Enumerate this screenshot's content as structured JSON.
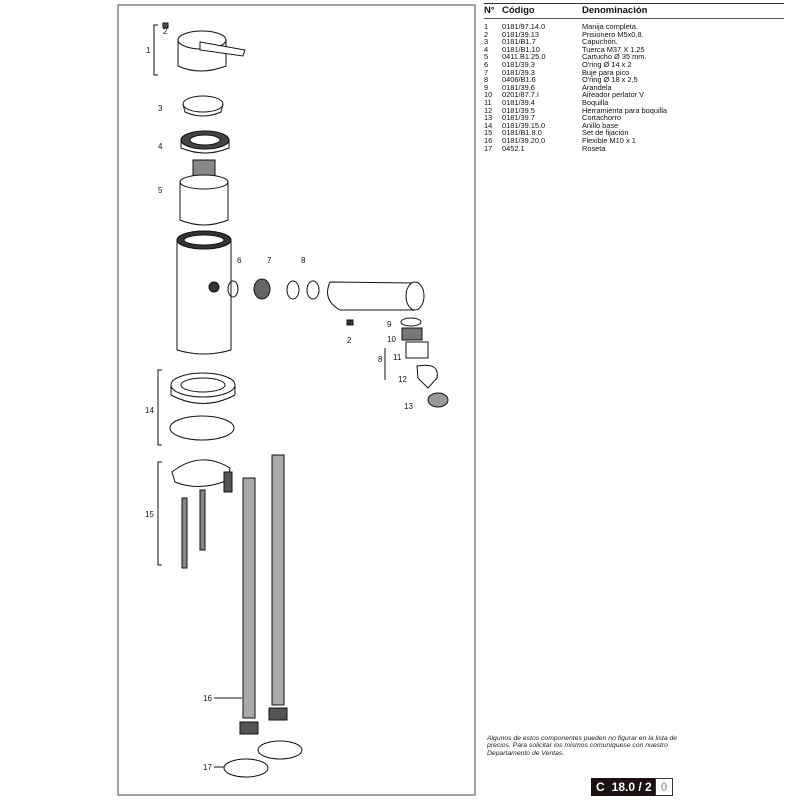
{
  "diagram": {
    "callouts": [
      "1",
      "2",
      "3",
      "4",
      "5",
      "6",
      "7",
      "8",
      "2",
      "9",
      "10",
      "8",
      "11",
      "12",
      "13",
      "14",
      "15",
      "16",
      "17"
    ]
  },
  "parts_table": {
    "headers": {
      "num": "N°",
      "code": "Código",
      "name": "Denominación"
    },
    "rows": [
      {
        "num": "1",
        "code": "0181/97.14.0",
        "name": "Manija completa."
      },
      {
        "num": "2",
        "code": "0181/39.13",
        "name": "Prisionero M5x0,8."
      },
      {
        "num": "3",
        "code": "0181/B1.7",
        "name": "Capuchón."
      },
      {
        "num": "4",
        "code": "0181/B1.10",
        "name": "Tuerca M37 X 1.25"
      },
      {
        "num": "5",
        "code": "0411.B1.25.0",
        "name": "Cartucho Ø 35 mm."
      },
      {
        "num": "6",
        "code": "0181/39.3",
        "name": "O'ring Ø 14 x 2"
      },
      {
        "num": "7",
        "code": "0181/39.3",
        "name": "Buje para pico"
      },
      {
        "num": "8",
        "code": "0406/B1.6",
        "name": "O'ring Ø 18 x 2,5"
      },
      {
        "num": "9",
        "code": "0181/39.6",
        "name": "Arandela"
      },
      {
        "num": "10",
        "code": "0201/87.7.I",
        "name": "Aireador perlator V"
      },
      {
        "num": "11",
        "code": "0181/39.4",
        "name": "Boquilla"
      },
      {
        "num": "12",
        "code": "0181/39.5",
        "name": "Herramienta para boquilla"
      },
      {
        "num": "13",
        "code": "0181/39.7",
        "name": "Cortachorro"
      },
      {
        "num": "14",
        "code": "0181/39.15.0",
        "name": "Anillo base"
      },
      {
        "num": "15",
        "code": "0181/B1.8.0",
        "name": "Set de fijación"
      },
      {
        "num": "16",
        "code": "0181/39.20.0",
        "name": "Flexible  M10 x 1"
      },
      {
        "num": "17",
        "code": "0452.1",
        "name": "Roseta"
      }
    ]
  },
  "note": "Algunos de estos componentes pueden no figurar en la lista de precios. Para solicitar los mismos comuníquese con nuestro Departamento de Ventas.",
  "page_code": {
    "prefix": "C",
    "number": "18.0 / 2",
    "suffix": "0"
  }
}
